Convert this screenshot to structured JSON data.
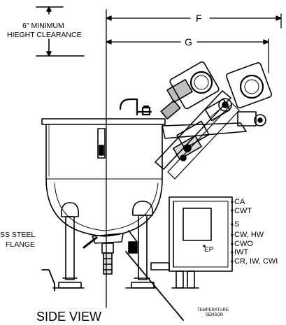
{
  "labels": {
    "clearance_line1": "6\" MINIMUM",
    "clearance_line2": "HIEGHT CLEARANCE",
    "dim_f": "F",
    "dim_g": "G",
    "flange_line1": "SS STEEL",
    "flange_line2": "FLANGE",
    "side_view": "SIDE VIEW",
    "temp_line1": "TEMPERATURE",
    "temp_line2": "SENSOR",
    "ep": "EP"
  },
  "connections": [
    "CA",
    "CWT",
    "S",
    "CW, HW",
    "CWO",
    "IWT",
    "CR, IW, CWI"
  ],
  "colors": {
    "line": "#000000",
    "background": "#ffffff"
  }
}
